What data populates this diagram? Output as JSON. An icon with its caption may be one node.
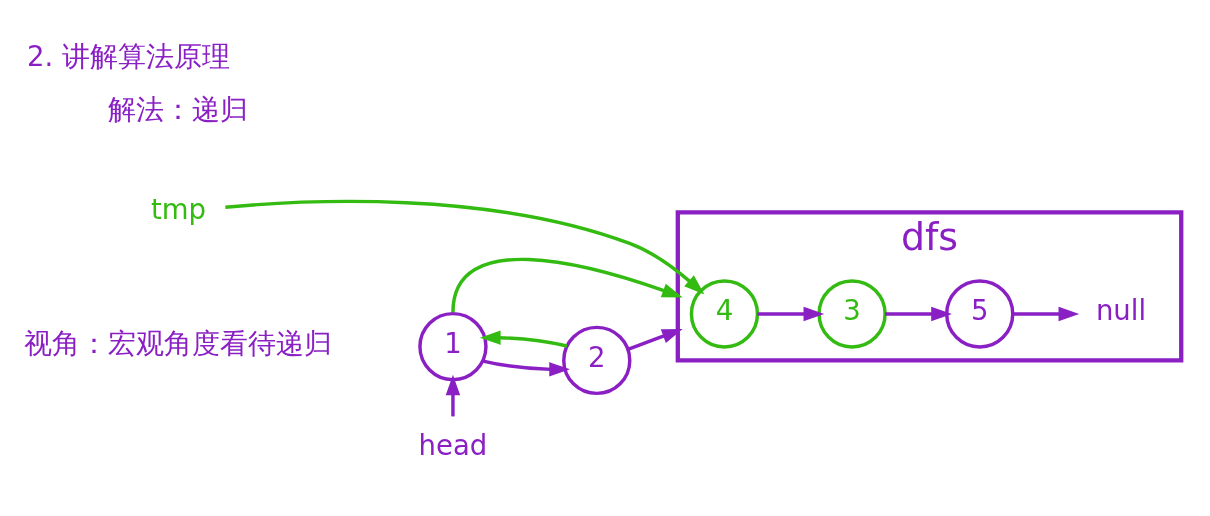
{
  "diagram": {
    "title": "2. 讲解算法原理",
    "nodes": [
      {
        "text": [
          "1"
        ]
      },
      {
        "text": [
          "2"
        ]
      },
      {
        "text": [
          "dfs"
        ]
      },
      {
        "text": [
          "4"
        ],
        "in": 2
      },
      {
        "text": [
          "3"
        ],
        "in": 2
      },
      {
        "text": [
          "5"
        ],
        "in": 2
      },
      {
        "text": [
          "null"
        ],
        "in": 2
      },
      {
        "text": [
          "head"
        ]
      },
      {
        "text": [
          "tmp"
        ]
      }
    ],
    "edges": [
      {
        "from": 0,
        "to": 1,
        "arrow": "to"
      },
      {
        "from": 1,
        "to": 2,
        "arrow": "to"
      },
      {
        "from": 3,
        "to": 4,
        "arrow": "to"
      },
      {
        "from": 4,
        "to": 5,
        "arrow": "to"
      },
      {
        "from": 5,
        "to": 6,
        "arrow": "to"
      },
      {
        "from": 1,
        "to": 0,
        "arrow": "to",
        "color": "#33bb11"
      },
      {
        "from": 0,
        "to": 2,
        "arrow": "to",
        "color": "#33bb11"
      },
      {
        "from": 7,
        "to": 0,
        "arrow": "to"
      },
      {
        "from": 8,
        "to": 3,
        "arrow": "to",
        "color": "#33bb11"
      }
    ],
    "labels": [
      "解法：递归",
      "视角：宏观角度看待递归"
    ]
  }
}
